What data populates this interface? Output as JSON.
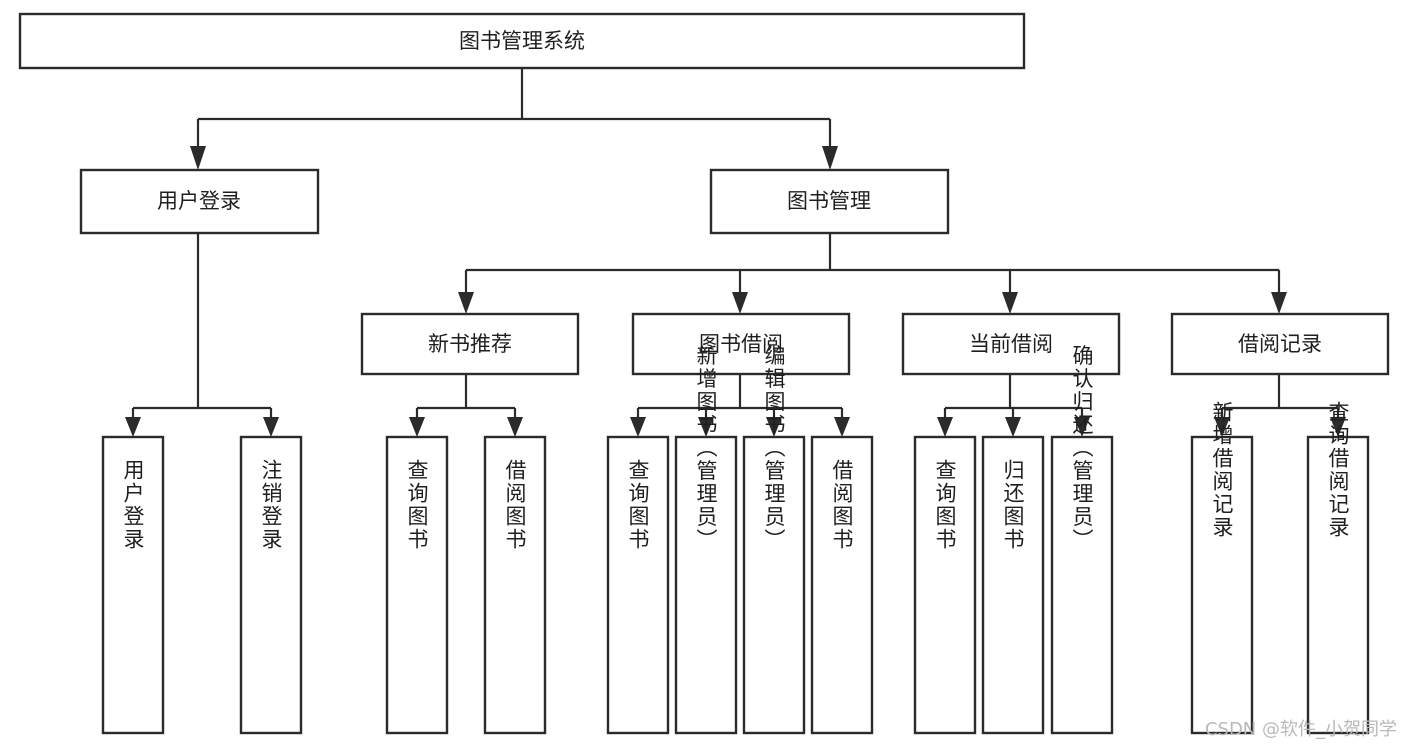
{
  "diagram": {
    "type": "tree-hierarchy",
    "title": "图书管理系统",
    "orientation": "top-down",
    "colors": {
      "box_stroke": "#2b2b2b",
      "box_fill": "#ffffff",
      "connector": "#2b2b2b",
      "text": "#1f1f1f",
      "watermark": "#b9b9b9",
      "background": "#ffffff"
    },
    "root": {
      "id": "root",
      "label": "图书管理系统",
      "orient": "horizontal"
    },
    "level1": [
      {
        "id": "user-login",
        "label": "用户登录",
        "orient": "horizontal"
      },
      {
        "id": "book-manage",
        "label": "图书管理",
        "orient": "horizontal"
      }
    ],
    "level2": [
      {
        "id": "new-book-recommend",
        "label": "新书推荐",
        "orient": "horizontal",
        "parent": "book-manage"
      },
      {
        "id": "book-borrow",
        "label": "图书借阅",
        "orient": "horizontal",
        "parent": "book-manage"
      },
      {
        "id": "current-borrow",
        "label": "当前借阅",
        "orient": "horizontal",
        "parent": "book-manage"
      },
      {
        "id": "borrow-record",
        "label": "借阅记录",
        "orient": "horizontal",
        "parent": "book-manage"
      }
    ],
    "leaves": [
      {
        "id": "leaf-user-login",
        "label": "用户登录",
        "orient": "vertical",
        "parent": "user-login"
      },
      {
        "id": "leaf-user-logout",
        "label": "注销登录",
        "orient": "vertical",
        "parent": "user-login"
      },
      {
        "id": "leaf-query-book-1",
        "label": "查询图书",
        "orient": "vertical",
        "parent": "new-book-recommend"
      },
      {
        "id": "leaf-borrow-book-1",
        "label": "借阅图书",
        "orient": "vertical",
        "parent": "new-book-recommend"
      },
      {
        "id": "leaf-query-book-2",
        "label": "查询图书",
        "orient": "vertical",
        "parent": "book-borrow"
      },
      {
        "id": "leaf-add-book",
        "label": "新增图书（管理员）",
        "orient": "vertical",
        "parent": "book-borrow"
      },
      {
        "id": "leaf-edit-book",
        "label": "编辑图书（管理员）",
        "orient": "vertical",
        "parent": "book-borrow"
      },
      {
        "id": "leaf-borrow-book-2",
        "label": "借阅图书",
        "orient": "vertical",
        "parent": "book-borrow"
      },
      {
        "id": "leaf-query-book-3",
        "label": "查询图书",
        "orient": "vertical",
        "parent": "current-borrow"
      },
      {
        "id": "leaf-return-book",
        "label": "归还图书",
        "orient": "vertical",
        "parent": "current-borrow"
      },
      {
        "id": "leaf-confirm-return",
        "label": "确认归还（管理员）",
        "orient": "vertical",
        "parent": "current-borrow"
      },
      {
        "id": "leaf-add-record",
        "label": "新增借阅记录",
        "orient": "vertical",
        "parent": "borrow-record"
      },
      {
        "id": "leaf-query-record",
        "label": "查询借阅记录",
        "orient": "vertical",
        "parent": "borrow-record"
      }
    ]
  },
  "watermark": {
    "text": "CSDN @软件_小贺同学"
  }
}
